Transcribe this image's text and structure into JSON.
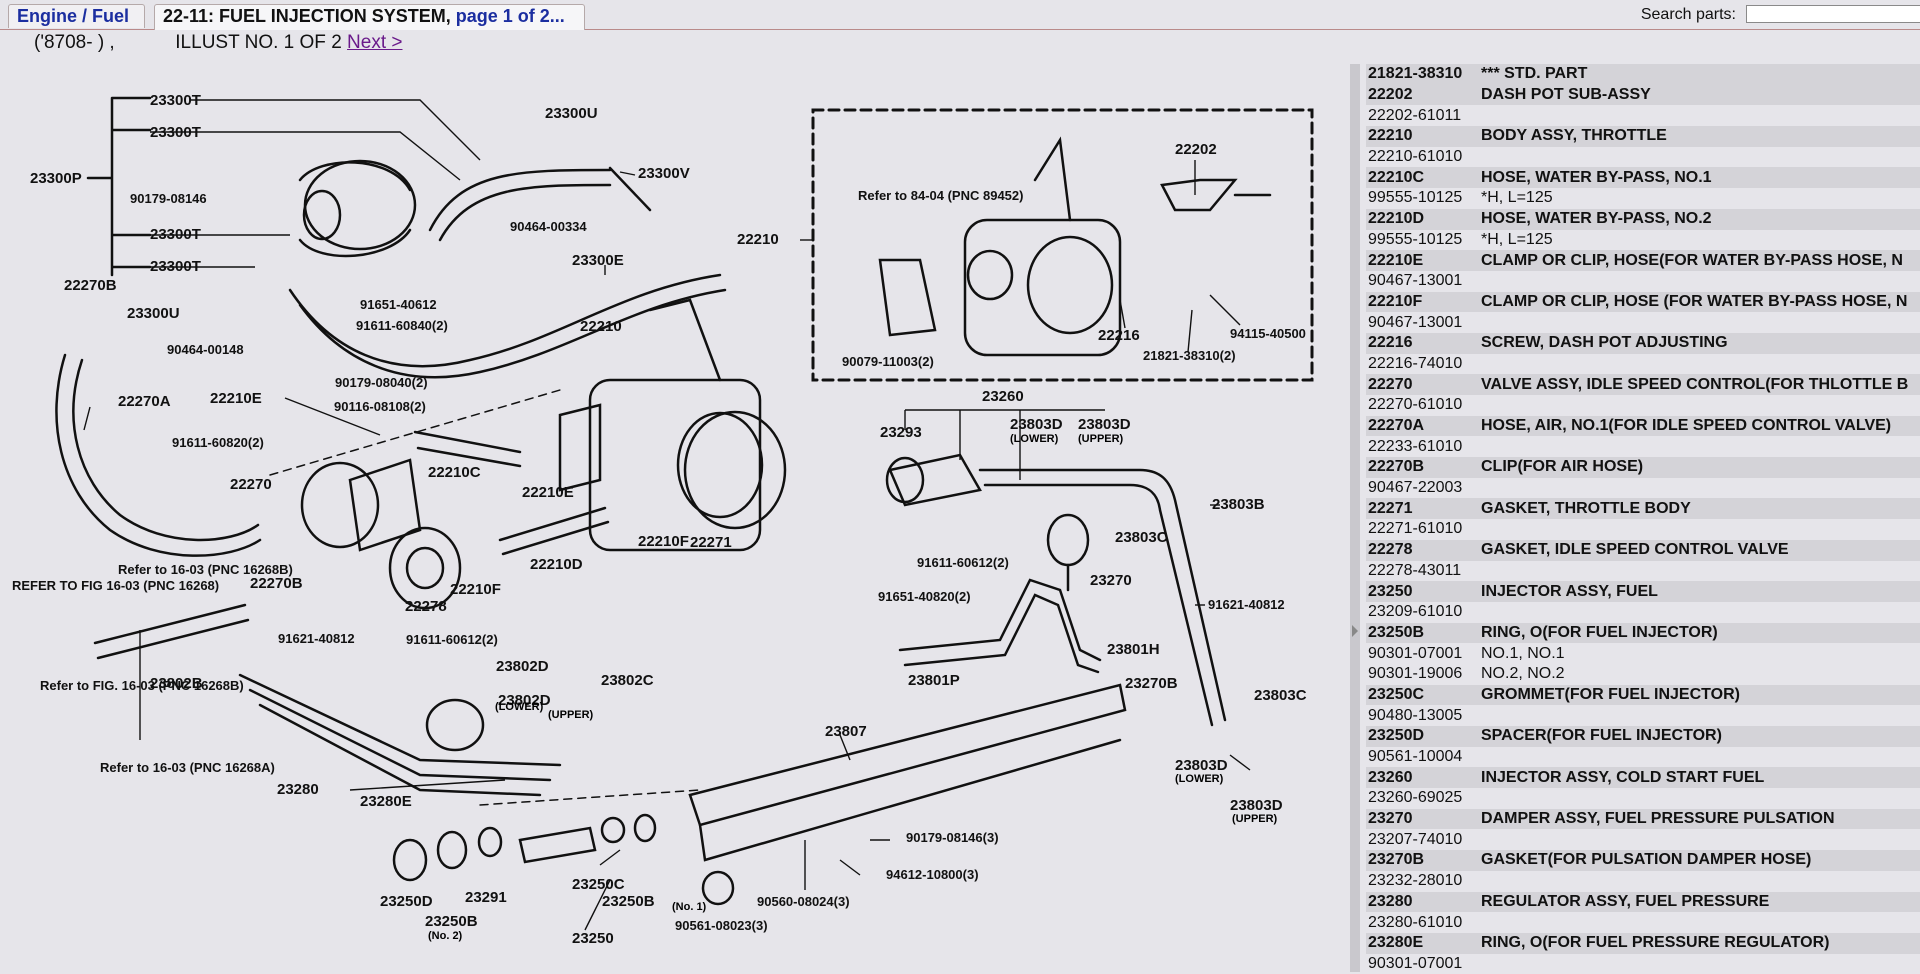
{
  "tabs": {
    "engine_label": "Engine / Fuel",
    "group_label": "22-11: FUEL INJECTION SYSTEM,",
    "page_label": "page 1 of 2..."
  },
  "search": {
    "label": "Search parts:",
    "placeholder": ""
  },
  "subheader": {
    "code": "('8708-      ) ,",
    "illust": "ILLUST NO. 1 OF 2",
    "next": "Next >"
  },
  "illustration": {
    "callouts": [
      "23300T",
      "23300T",
      "23300P",
      "90179-08146",
      "23300T",
      "23300T",
      "22270B",
      "23300U",
      "90464-00148",
      "23300U",
      "23300V",
      "90464-00334",
      "23300E",
      "91651-40612",
      "91611-60840(2)",
      "22210",
      "22210",
      "22202",
      "22216",
      "94115-40500",
      "21821-38310(2)",
      "90079-11003(2)",
      "22270A",
      "22210E",
      "90179-08040(2)",
      "90116-08108(2)",
      "91611-60820(2)",
      "22270",
      "22210C",
      "22210E",
      "22210F",
      "22271",
      "22210D",
      "22270B",
      "22210F",
      "22278",
      "23260",
      "23293",
      "23803D",
      "23803D",
      "23803B",
      "23803C",
      "91611-60612(2)",
      "23270",
      "91621-40812",
      "91651-40820(2)",
      "23801H",
      "23801P",
      "23270B",
      "23803C",
      "23802B",
      "91621-40812",
      "91611-60612(2)",
      "23802D",
      "23802D",
      "23802C",
      "23807",
      "23280",
      "23280E",
      "23803D",
      "23803D",
      "90179-08146(3)",
      "94612-10800(3)",
      "90560-08024(3)",
      "90561-08023(3)",
      "23250D",
      "23250B",
      "23291",
      "23250C",
      "23250B",
      "23250"
    ],
    "refs": [
      "Refer to 84-04 (PNC 89452)",
      "REFER TO FIG 16-03 (PNC 16268)",
      "Refer to 16-03 (PNC 16268B)",
      "Refer to FIG. 16-03 (PNC 16268B)",
      "Refer to 16-03 (PNC 16268A)"
    ],
    "notes": [
      "(LOWER)",
      "(UPPER)",
      "(LOWER)",
      "(UPPER)",
      "(LOWER)",
      "(UPPER)",
      "(No. 1)",
      "(No. 2)"
    ]
  },
  "parts": [
    {
      "type": "hd",
      "pn": "21821-38310",
      "desc": "*** STD. PART"
    },
    {
      "type": "hd",
      "pn": "22202",
      "desc": "DASH POT SUB-ASSY"
    },
    {
      "type": "sub",
      "pn": "22202-61011",
      "desc": ""
    },
    {
      "type": "hd",
      "pn": "22210",
      "desc": "BODY ASSY, THROTTLE"
    },
    {
      "type": "sub",
      "pn": "22210-61010",
      "desc": ""
    },
    {
      "type": "hd",
      "pn": "22210C",
      "desc": "HOSE, WATER BY-PASS, NO.1"
    },
    {
      "type": "sub",
      "pn": "99555-10125",
      "desc": "*H, L=125"
    },
    {
      "type": "hd",
      "pn": "22210D",
      "desc": "HOSE, WATER BY-PASS, NO.2"
    },
    {
      "type": "sub",
      "pn": "99555-10125",
      "desc": "*H, L=125"
    },
    {
      "type": "hd",
      "pn": "22210E",
      "desc": "CLAMP OR CLIP, HOSE(FOR WATER BY-PASS HOSE, N"
    },
    {
      "type": "sub",
      "pn": "90467-13001",
      "desc": ""
    },
    {
      "type": "hd",
      "pn": "22210F",
      "desc": "CLAMP OR CLIP, HOSE (FOR WATER BY-PASS HOSE, N"
    },
    {
      "type": "sub",
      "pn": "90467-13001",
      "desc": ""
    },
    {
      "type": "hd",
      "pn": "22216",
      "desc": "SCREW, DASH POT ADJUSTING"
    },
    {
      "type": "sub",
      "pn": "22216-74010",
      "desc": ""
    },
    {
      "type": "hd",
      "pn": "22270",
      "desc": "VALVE ASSY, IDLE SPEED CONTROL(FOR THLOTTLE B"
    },
    {
      "type": "sub",
      "pn": "22270-61010",
      "desc": ""
    },
    {
      "type": "hd",
      "pn": "22270A",
      "desc": "HOSE, AIR, NO.1(FOR IDLE SPEED CONTROL VALVE)"
    },
    {
      "type": "sub",
      "pn": "22233-61010",
      "desc": ""
    },
    {
      "type": "hd",
      "pn": "22270B",
      "desc": "CLIP(FOR AIR HOSE)"
    },
    {
      "type": "sub",
      "pn": "90467-22003",
      "desc": ""
    },
    {
      "type": "hd",
      "pn": "22271",
      "desc": "GASKET, THROTTLE BODY"
    },
    {
      "type": "sub",
      "pn": "22271-61010",
      "desc": ""
    },
    {
      "type": "hd",
      "pn": "22278",
      "desc": "GASKET, IDLE SPEED CONTROL VALVE"
    },
    {
      "type": "sub",
      "pn": "22278-43011",
      "desc": ""
    },
    {
      "type": "hd",
      "pn": "23250",
      "desc": "INJECTOR ASSY, FUEL"
    },
    {
      "type": "sub",
      "pn": "23209-61010",
      "desc": ""
    },
    {
      "type": "hd",
      "pn": "23250B",
      "desc": "RING, O(FOR FUEL INJECTOR)"
    },
    {
      "type": "sub",
      "pn": "90301-07001",
      "desc": "NO.1, NO.1"
    },
    {
      "type": "sub",
      "pn": "90301-19006",
      "desc": "NO.2, NO.2"
    },
    {
      "type": "hd",
      "pn": "23250C",
      "desc": "GROMMET(FOR FUEL INJECTOR)"
    },
    {
      "type": "sub",
      "pn": "90480-13005",
      "desc": ""
    },
    {
      "type": "hd",
      "pn": "23250D",
      "desc": "SPACER(FOR FUEL INJECTOR)"
    },
    {
      "type": "sub",
      "pn": "90561-10004",
      "desc": ""
    },
    {
      "type": "hd",
      "pn": "23260",
      "desc": "INJECTOR ASSY, COLD START FUEL"
    },
    {
      "type": "sub",
      "pn": "23260-69025",
      "desc": ""
    },
    {
      "type": "hd",
      "pn": "23270",
      "desc": "DAMPER ASSY, FUEL PRESSURE PULSATION"
    },
    {
      "type": "sub",
      "pn": "23207-74010",
      "desc": ""
    },
    {
      "type": "hd",
      "pn": "23270B",
      "desc": "GASKET(FOR PULSATION DAMPER HOSE)"
    },
    {
      "type": "sub",
      "pn": "23232-28010",
      "desc": ""
    },
    {
      "type": "hd",
      "pn": "23280",
      "desc": "REGULATOR ASSY, FUEL PRESSURE"
    },
    {
      "type": "sub",
      "pn": "23280-61010",
      "desc": ""
    },
    {
      "type": "hd",
      "pn": "23280E",
      "desc": "RING, O(FOR FUEL PRESSURE REGULATOR)"
    },
    {
      "type": "sub",
      "pn": "90301-07001",
      "desc": ""
    }
  ]
}
